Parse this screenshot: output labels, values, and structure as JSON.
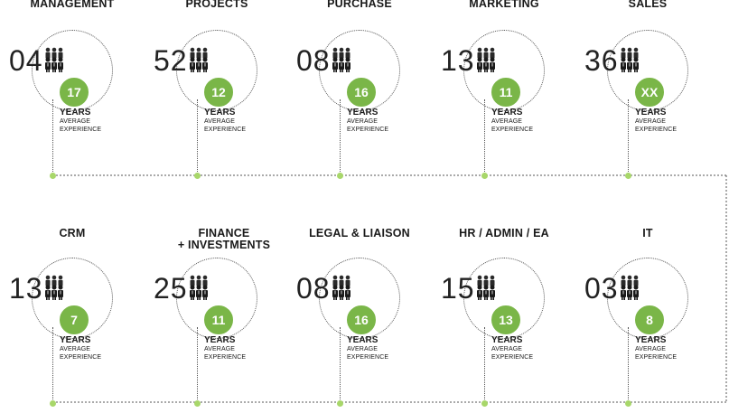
{
  "colors": {
    "accent": "#7ab648",
    "node": "#a8d76a",
    "line": "#555555"
  },
  "labels": {
    "years": "YEARS",
    "average": "AVERAGE",
    "experience": "EXPERIENCE"
  },
  "icon": "team-icon",
  "departments": [
    {
      "name": "MANAGEMENT",
      "count": "04",
      "years": "17"
    },
    {
      "name": "PROJECTS",
      "count": "52",
      "years": "12"
    },
    {
      "name": "PURCHASE",
      "count": "08",
      "years": "16"
    },
    {
      "name": "MARKETING",
      "count": "13",
      "years": "11"
    },
    {
      "name": "SALES",
      "count": "36",
      "years": "XX"
    },
    {
      "name": "CRM",
      "count": "13",
      "years": "7"
    },
    {
      "name": "FINANCE\n+ INVESTMENTS",
      "count": "25",
      "years": "11"
    },
    {
      "name": "LEGAL & LIAISON",
      "count": "08",
      "years": "16"
    },
    {
      "name": "HR / ADMIN / EA",
      "count": "15",
      "years": "13"
    },
    {
      "name": "IT",
      "count": "03",
      "years": "8"
    }
  ]
}
